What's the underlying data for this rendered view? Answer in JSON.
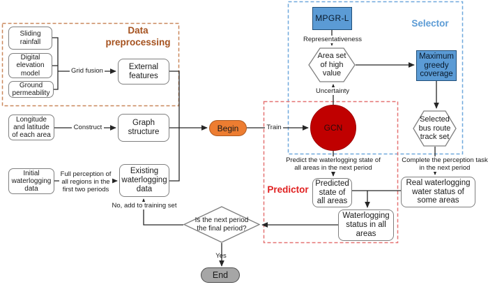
{
  "preprocessing": {
    "title": "Data\npreprocessing",
    "nodes": {
      "sliding_rainfall": "Sliding\nrainfall",
      "digital_elevation": "Digital\nelevation\nmodel",
      "ground_permeability": "Ground\npermeability",
      "external_features": "External\nfeatures"
    },
    "edge_labels": {
      "grid_fusion": "Grid fusion"
    }
  },
  "graph_inputs": {
    "longitude": "Longitude\nand latitude\nof each area",
    "graph_structure": "Graph\nstructure",
    "initial_waterlogging": "Initial\nwaterlogging\ndata",
    "existing_waterlogging": "Existing\nwaterlogging\ndata",
    "edge_labels": {
      "construct": "Construct",
      "full_perception": "Full perception of\nall regions in the\nfirst two periods",
      "no_branch": "No,  add to training set"
    }
  },
  "selector": {
    "title": "Selector",
    "nodes": {
      "mpgr_l": "MPGR-L",
      "area_set": "Area set\nof high\nvalue",
      "max_greedy": "Maximum\ngreedy\ncoverage",
      "selected_route": "Selected\nbus route\ntrack set"
    },
    "edge_labels": {
      "representativeness": "Representativeness",
      "uncertainty": "Uncertainty",
      "complete_task": "Complete the perception task\nin the next period"
    }
  },
  "predictor": {
    "title": "Predictor",
    "nodes": {
      "gcn": "GCN",
      "predicted_state": "Predicted\nstate of\nall areas",
      "waterlogging_status": "Waterlogging\nstatus in all\nareas"
    },
    "edge_labels": {
      "train": "Train",
      "predict_task": "Predict the waterlogging state of\nall areas in the next period"
    }
  },
  "flow": {
    "begin": "Begin",
    "end": "End",
    "decision": "Is the next period\nthe final period?",
    "yes_branch": "Yes",
    "real_waterlogging": "Real waterlogging\nwater status of\nsome areas"
  },
  "colors": {
    "preprocessing_border": "#C9875B",
    "preprocessing_title": "#A5521F",
    "selector_border": "#6FA8DC",
    "selector_title": "#5B9BD5",
    "predictor_border": "#E57373",
    "predictor_title": "#E02020",
    "blue_node_fill": "#5B9BD5",
    "gcn_fill": "#C00000",
    "begin_fill": "#ED7D31",
    "end_fill": "#A6A6A6"
  }
}
